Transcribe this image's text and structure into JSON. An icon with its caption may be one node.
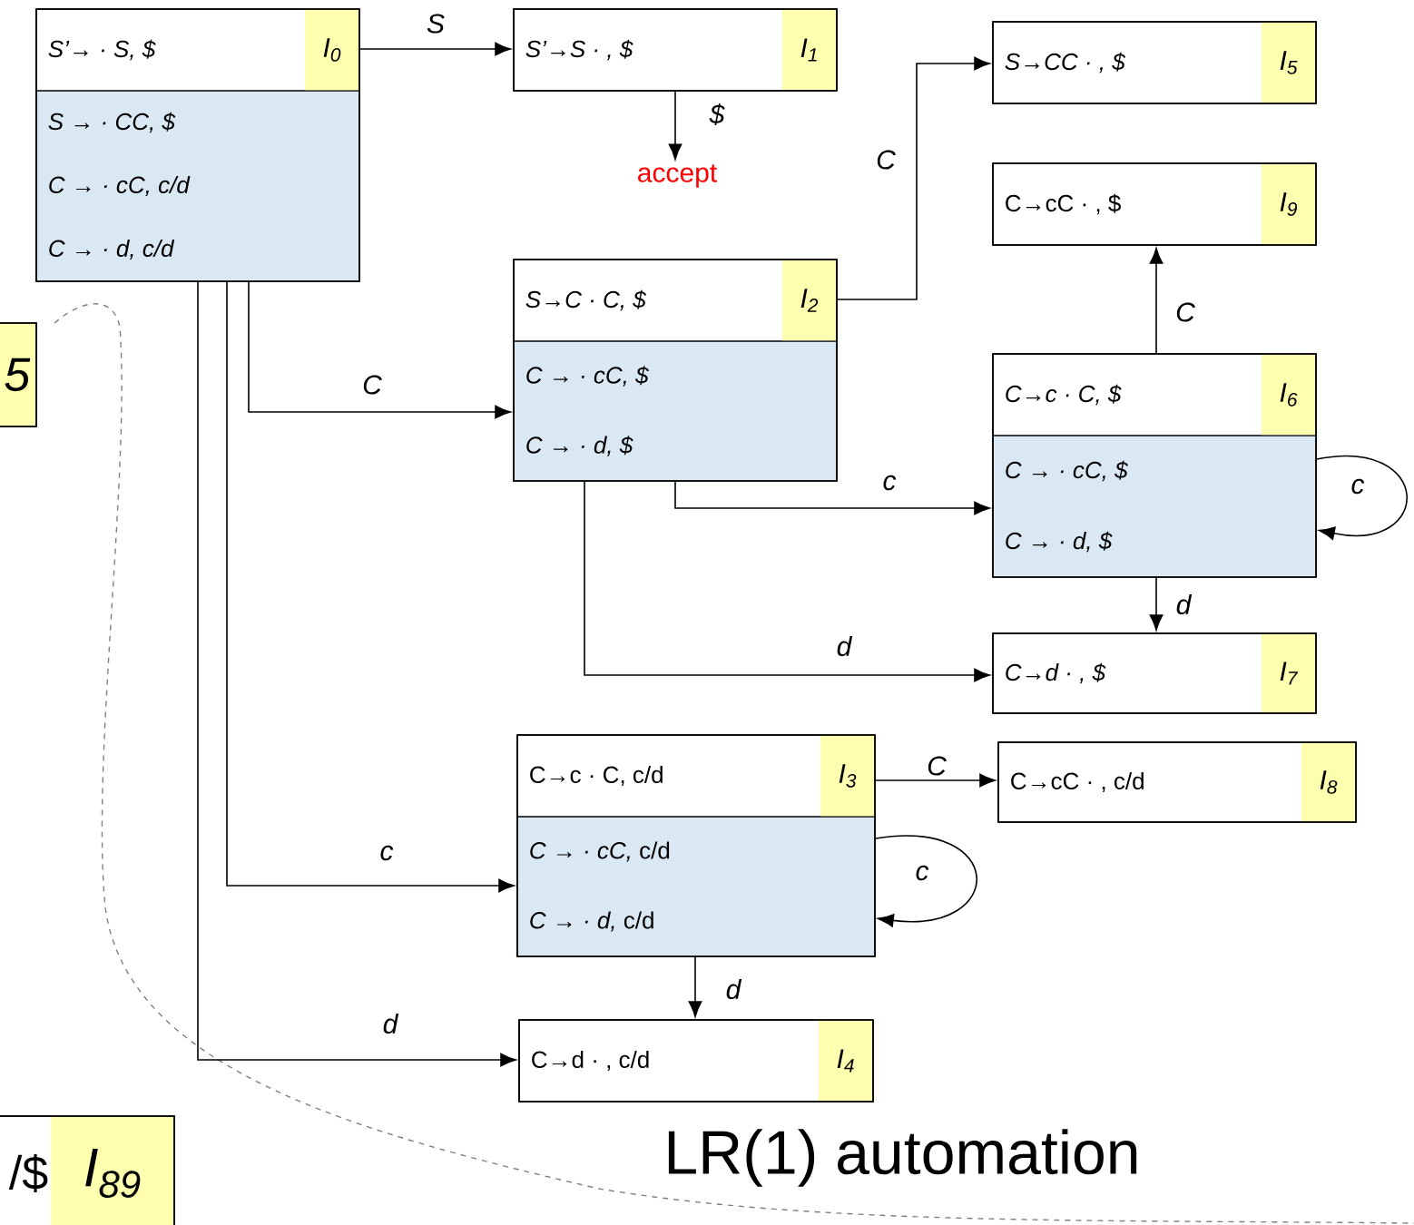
{
  "diagram": {
    "title": "LR(1) automation",
    "nodes": [
      {
        "text": [
          "S’→ · S, $",
          "I$_{0}$",
          "S → · CC, $",
          "C → · cC, c/d",
          "C → · d, c/d"
        ]
      },
      {
        "text": [
          "S’→S · , $",
          "I$_{1}$"
        ]
      },
      {
        "text": [
          "accept"
        ]
      },
      {
        "text": [
          "S→CC · , $",
          "I$_{5}$"
        ]
      },
      {
        "text": [
          "C→cC · , $",
          "I$_{9}$"
        ]
      },
      {
        "text": [
          "S→C · C, $",
          "I$_{2}$",
          "C → · cC, $",
          "C → · d, $"
        ]
      },
      {
        "text": [
          "C→c · C, $",
          "I$_{6}$",
          "C → · cC, $",
          "C → · d, $"
        ]
      },
      {
        "text": [
          "C→d · , $",
          "I$_{7}$"
        ]
      },
      {
        "text": [
          "C→c · C, c/d",
          "I$_{3}$",
          "*C → · cC,* c/d",
          "*C → · d,* c/d"
        ]
      },
      {
        "text": [
          "C→cC · , c/d",
          "I$_{8}$"
        ]
      },
      {
        "text": [
          "C→d · , c/d",
          "I$_{4}$"
        ]
      },
      {
        "text": [
          "5"
        ]
      },
      {
        "text": [
          "/$",
          "I$_{89}$"
        ]
      }
    ],
    "edges": [
      {
        "from": 0,
        "to": 1,
        "arrow": "to",
        "label": "S"
      },
      {
        "from": 1,
        "to": 2,
        "arrow": "to",
        "label": "$"
      },
      {
        "from": 5,
        "to": 3,
        "arrow": "to",
        "label": "C"
      },
      {
        "from": 6,
        "to": 4,
        "arrow": "to",
        "label": "C"
      },
      {
        "from": 0,
        "to": 5,
        "arrow": "to",
        "label": "C"
      },
      {
        "from": 5,
        "to": 6,
        "arrow": "to",
        "label": "c"
      },
      {
        "from": 6,
        "to": 6,
        "arrow": "to",
        "label": "c"
      },
      {
        "from": 6,
        "to": 7,
        "arrow": "to",
        "label": "d"
      },
      {
        "from": 5,
        "to": 7,
        "arrow": "to",
        "label": "d"
      },
      {
        "from": 8,
        "to": 9,
        "arrow": "to",
        "label": "C"
      },
      {
        "from": 0,
        "to": 8,
        "arrow": "to",
        "label": "c"
      },
      {
        "from": 8,
        "to": 8,
        "arrow": "to",
        "label": "c"
      },
      {
        "from": 8,
        "to": 10,
        "arrow": "to",
        "label": "d"
      },
      {
        "from": 0,
        "to": 10,
        "arrow": "to",
        "label": "d"
      }
    ]
  }
}
